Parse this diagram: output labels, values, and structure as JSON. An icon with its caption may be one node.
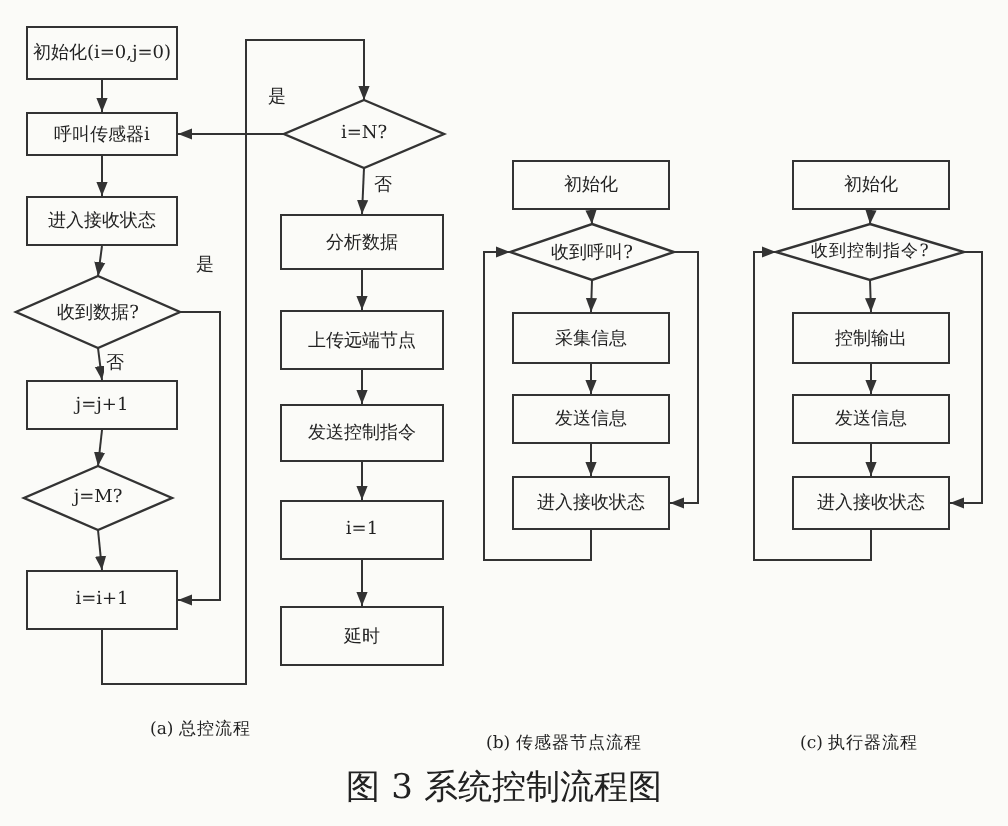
{
  "diagram": {
    "title": "图 3 系统控制流程图",
    "nodes": [
      {
        "text": [
          "初始化(i=0,j=0)"
        ]
      },
      {
        "text": [
          "呼叫传感器i"
        ]
      },
      {
        "text": [
          "进入接收状态"
        ]
      },
      {
        "text": [
          "收到数据?"
        ]
      },
      {
        "text": [
          "j=j+1"
        ]
      },
      {
        "text": [
          "j=M?"
        ]
      },
      {
        "text": [
          "i=i+1"
        ]
      },
      {
        "text": [
          "i=N?"
        ]
      },
      {
        "text": [
          "分析数据"
        ]
      },
      {
        "text": [
          "上传远端节点"
        ]
      },
      {
        "text": [
          "发送控制指令"
        ]
      },
      {
        "text": [
          "i=1"
        ]
      },
      {
        "text": [
          "延时"
        ]
      },
      {
        "text": [
          "初始化"
        ]
      },
      {
        "text": [
          "收到呼叫?"
        ]
      },
      {
        "text": [
          "采集信息"
        ]
      },
      {
        "text": [
          "发送信息"
        ]
      },
      {
        "text": [
          "进入接收状态"
        ]
      },
      {
        "text": [
          "初始化"
        ]
      },
      {
        "text": [
          "收到控制指令?"
        ]
      },
      {
        "text": [
          "控制输出"
        ]
      },
      {
        "text": [
          "发送信息"
        ]
      },
      {
        "text": [
          "进入接收状态"
        ]
      }
    ],
    "edges": [
      {
        "from": 0,
        "to": 1,
        "arrow": "to"
      },
      {
        "from": 1,
        "to": 2,
        "arrow": "to"
      },
      {
        "from": 2,
        "to": 3,
        "arrow": "to"
      },
      {
        "from": 3,
        "to": 4,
        "arrow": "to",
        "label": "否"
      },
      {
        "from": 4,
        "to": 5,
        "arrow": "to"
      },
      {
        "from": 5,
        "to": 6,
        "arrow": "to"
      },
      {
        "from": 3,
        "to": 6,
        "arrow": "to",
        "label": "是"
      },
      {
        "from": 6,
        "to": 7,
        "arrow": "to"
      },
      {
        "from": 7,
        "to": 1,
        "arrow": "to",
        "label": "是"
      },
      {
        "from": 7,
        "to": 8,
        "arrow": "to",
        "label": "否"
      },
      {
        "from": 8,
        "to": 9,
        "arrow": "to"
      },
      {
        "from": 9,
        "to": 10,
        "arrow": "to"
      },
      {
        "from": 10,
        "to": 11,
        "arrow": "to"
      },
      {
        "from": 11,
        "to": 12,
        "arrow": "to"
      },
      {
        "from": 13,
        "to": 14,
        "arrow": "to"
      },
      {
        "from": 14,
        "to": 15,
        "arrow": "to"
      },
      {
        "from": 15,
        "to": 16,
        "arrow": "to"
      },
      {
        "from": 16,
        "to": 17,
        "arrow": "to"
      },
      {
        "from": 14,
        "to": 17,
        "arrow": "to"
      },
      {
        "from": 17,
        "to": 14,
        "arrow": "to"
      },
      {
        "from": 18,
        "to": 19,
        "arrow": "to"
      },
      {
        "from": 19,
        "to": 20,
        "arrow": "to"
      },
      {
        "from": 20,
        "to": 21,
        "arrow": "to"
      },
      {
        "from": 21,
        "to": 22,
        "arrow": "to"
      },
      {
        "from": 19,
        "to": 22,
        "arrow": "to"
      },
      {
        "from": 22,
        "to": 19,
        "arrow": "to"
      }
    ],
    "labels": [
      "(a) 总控流程",
      "(b) 传感器节点流程",
      "(c) 执行器流程"
    ]
  }
}
